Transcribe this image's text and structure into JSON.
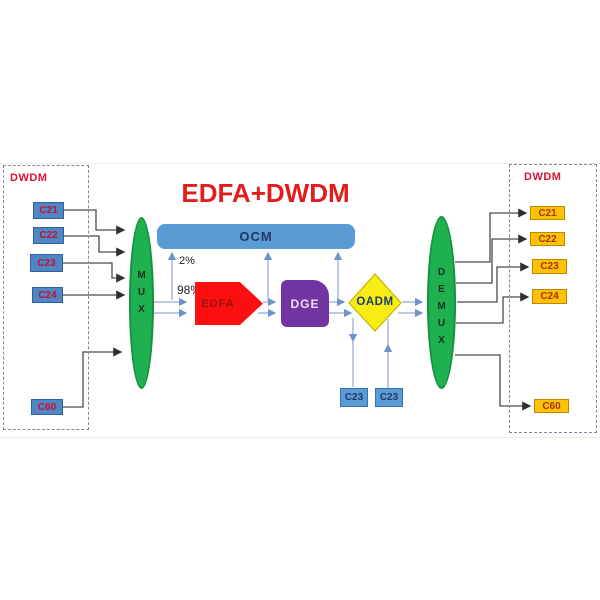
{
  "title": "EDFA+DWDM",
  "left_panel": {
    "label": "DWDM",
    "channels": [
      "C21",
      "C22",
      "C23",
      "C24",
      "C60"
    ]
  },
  "right_panel": {
    "label": "DWDM",
    "channels": [
      "C21",
      "C22",
      "C23",
      "C24",
      "C60"
    ]
  },
  "mux": {
    "label": "MUX"
  },
  "demux": {
    "label": "DEMUX"
  },
  "ocm": {
    "label": "OCM"
  },
  "edfa": {
    "label": "EDFA"
  },
  "dge": {
    "label": "DGE"
  },
  "oadm": {
    "label": "OADM"
  },
  "taps": {
    "monitor": "2%",
    "through": "98%"
  },
  "add_drop": {
    "drop": "C23",
    "add": "C23"
  },
  "colors": {
    "title_red": "#e51c1c",
    "dwdm_label_red": "#e01030",
    "channel_blue": "#4f86c6",
    "channel_orange": "#fec103",
    "channel_text_red": "#c40f2e",
    "mux_green": "#1fb150",
    "ocm_blue": "#5b9bd5",
    "edfa_red": "#fb0f0f",
    "dge_purple": "#7233a3",
    "oadm_yellow": "#f7ec13",
    "signal_line_blue": "#8fa9d8",
    "connector_gray": "#4a4a4a"
  }
}
